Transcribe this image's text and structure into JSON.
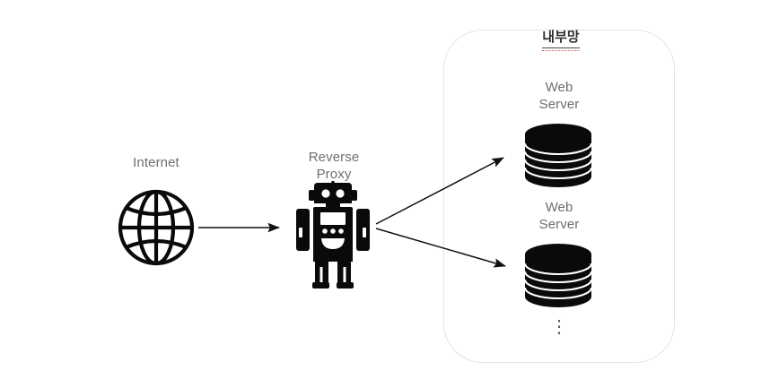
{
  "diagram": {
    "title_hidden": "",
    "nodes": {
      "internet": {
        "label": "Internet",
        "icon": "globe-icon"
      },
      "reverse_proxy": {
        "label": "Reverse\nProxy",
        "icon": "robot-icon"
      },
      "web_server_1": {
        "label": "Web\nServer",
        "icon": "database-stack-icon"
      },
      "web_server_2": {
        "label": "Web\nServer",
        "icon": "database-stack-icon"
      },
      "more_servers": {
        "label": "⋮"
      }
    },
    "group": {
      "label": "내부망",
      "spellcheck_underline": true,
      "border_color": "#e3e3e3"
    },
    "edges": [
      {
        "name": "internet-to-proxy",
        "from": "internet",
        "to": "reverse_proxy"
      },
      {
        "name": "proxy-to-server-1",
        "from": "reverse_proxy",
        "to": "web_server_1"
      },
      {
        "name": "proxy-to-server-2",
        "from": "reverse_proxy",
        "to": "web_server_2"
      }
    ],
    "colors": {
      "text": "#6e6e6e",
      "title_text": "#2e2e2e",
      "spell_error": "#e05050",
      "icon": "#0a0a0a",
      "arrow": "#111111",
      "background": "#ffffff"
    }
  }
}
